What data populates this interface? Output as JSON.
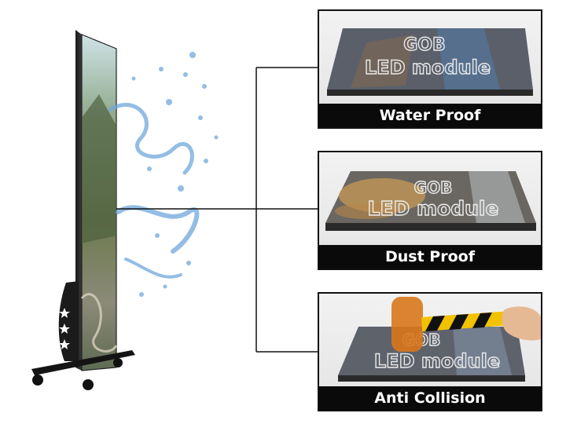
{
  "features": [
    {
      "module_text_line1": "GOB",
      "module_text_line2": "LED module",
      "caption": "Water Proof"
    },
    {
      "module_text_line1": "GOB",
      "module_text_line2": "LED module",
      "caption": "Dust Proof"
    },
    {
      "module_text_line1": "GOB",
      "module_text_line2": "LED module",
      "caption": "Anti Collision"
    }
  ],
  "colors": {
    "caption_bar": "#0a0a0a",
    "caption_text": "#ffffff",
    "connector_line": "#111111",
    "splash_blue": "#6fa8dc",
    "dust": "#c89a55",
    "hammer_head": "#d9771c",
    "hammer_handle_yellow": "#f2c200"
  },
  "icons": [
    "led-poster-display",
    "water-splash",
    "hammer",
    "hand"
  ]
}
